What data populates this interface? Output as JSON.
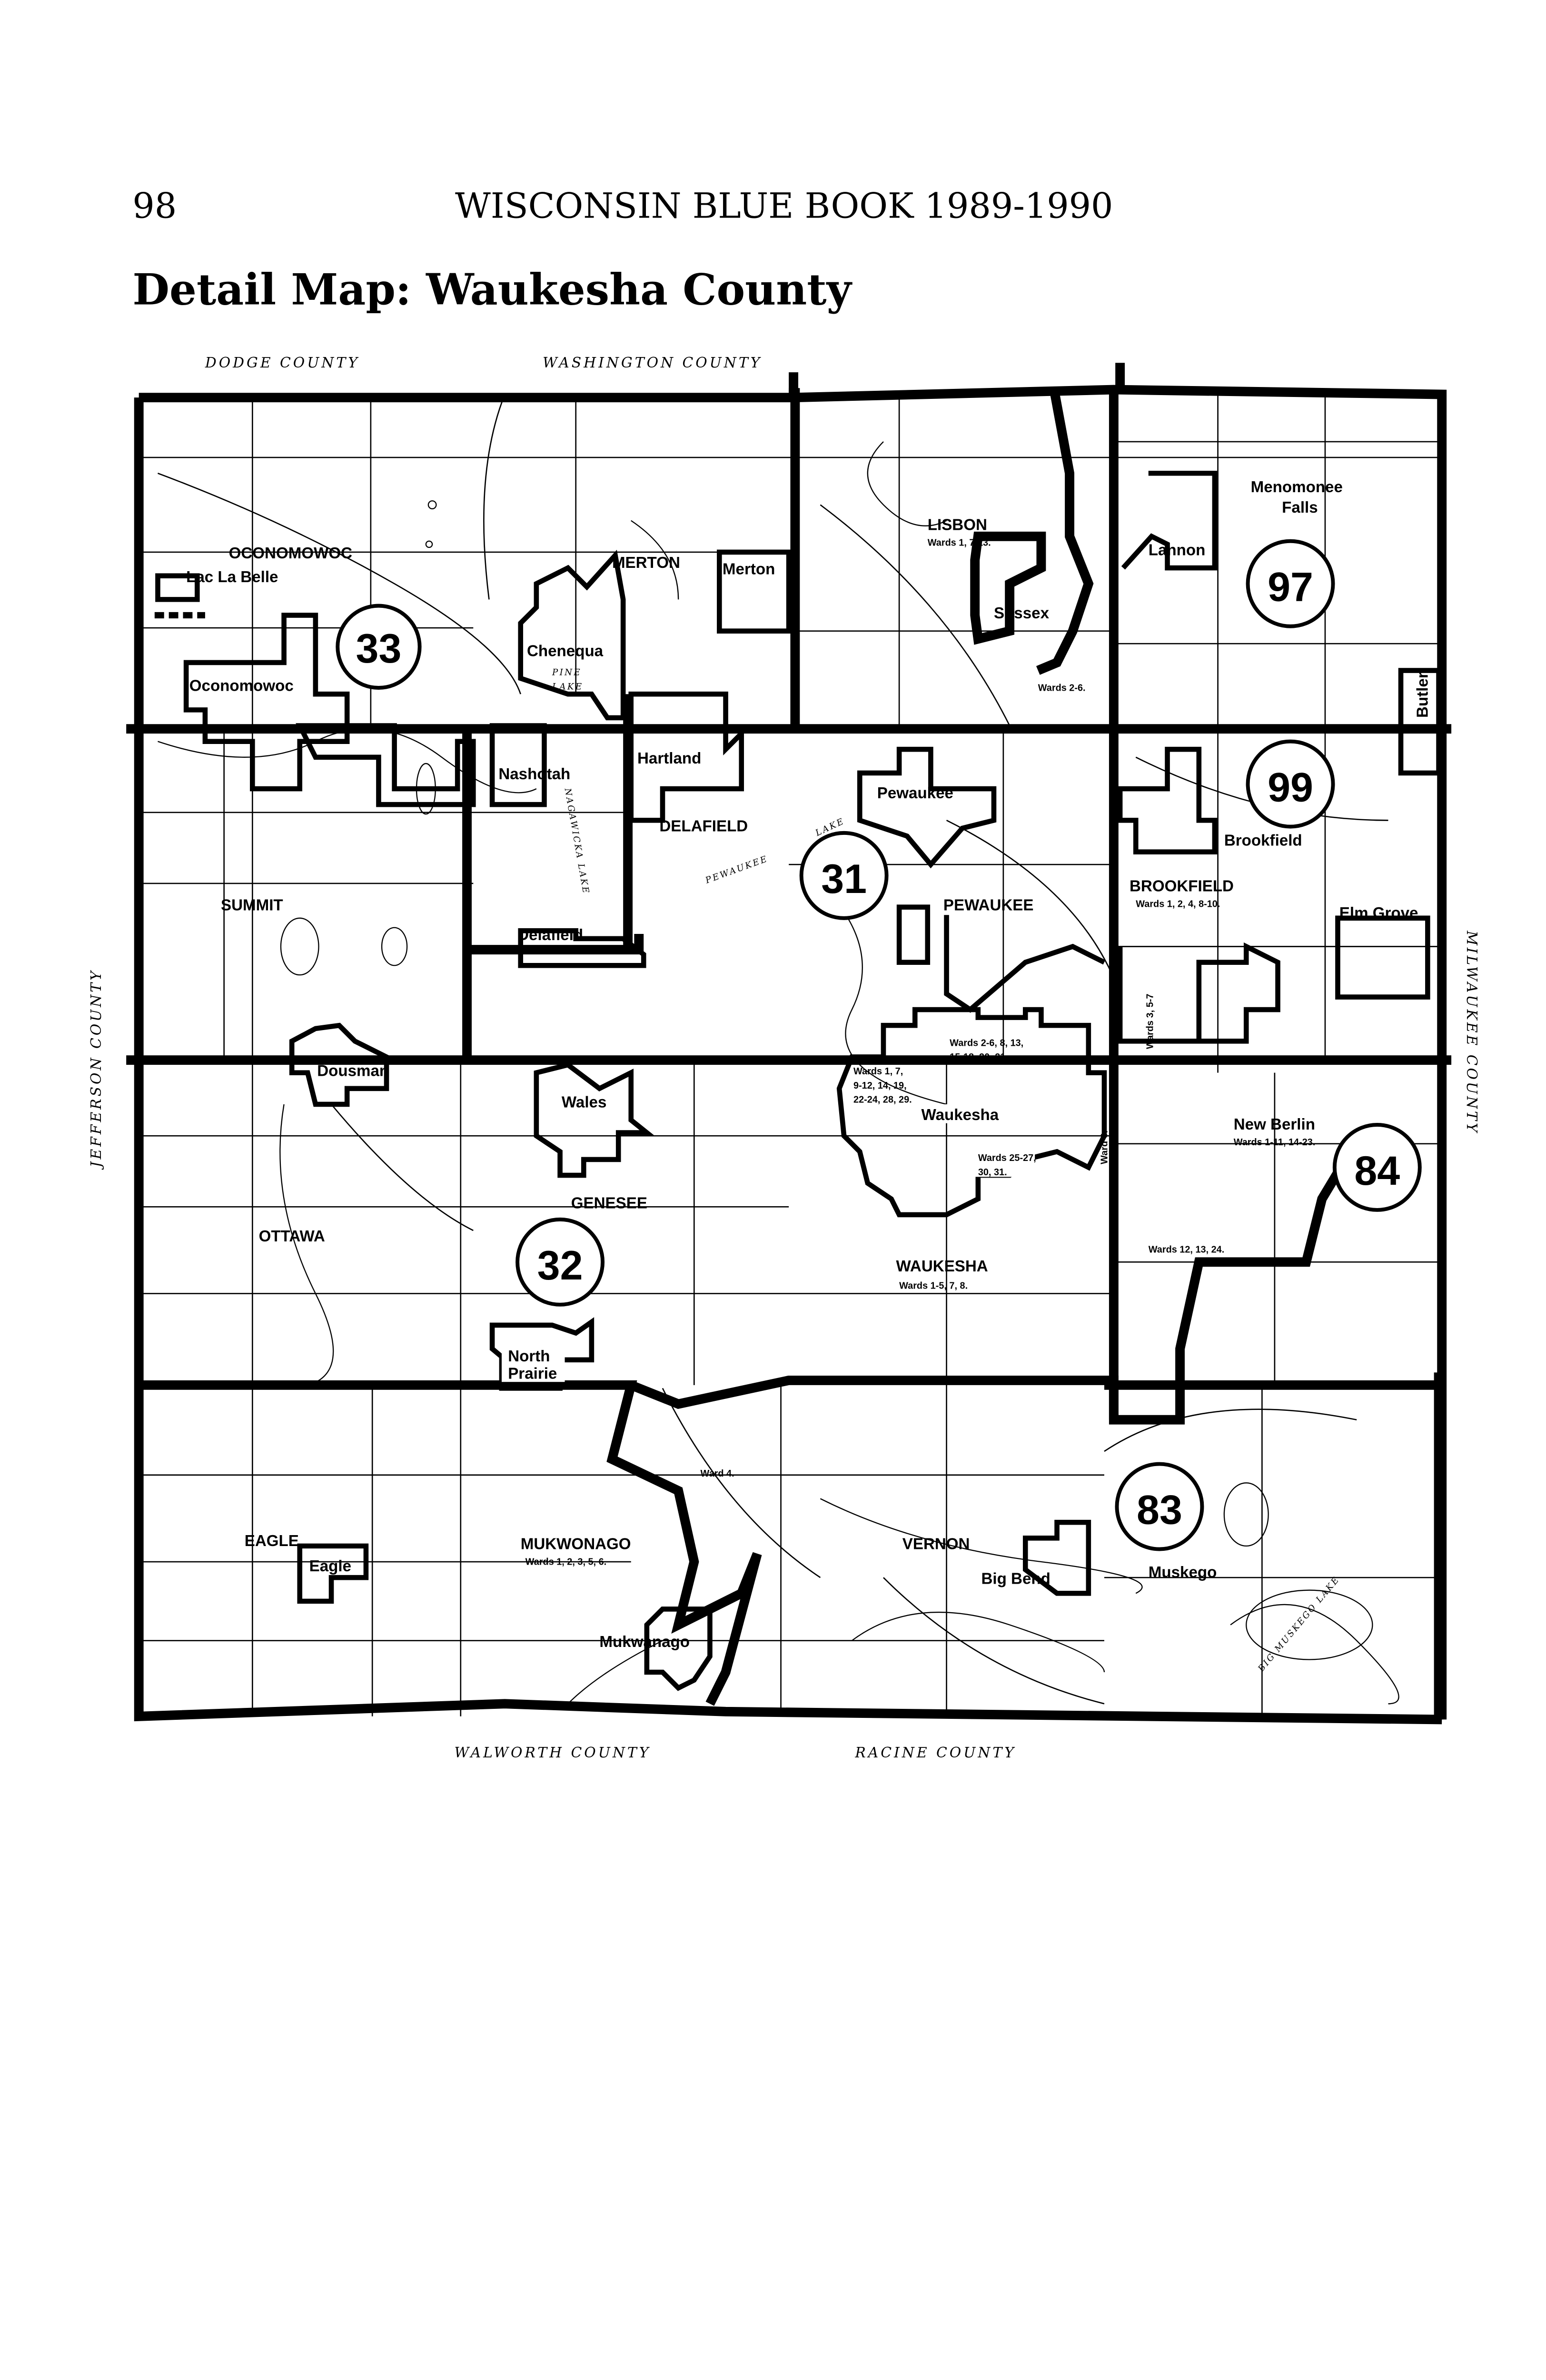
{
  "header": {
    "page_number": "98",
    "running_title": "WISCONSIN BLUE BOOK 1989-1990",
    "map_title": "Detail Map: Waukesha County"
  },
  "border_counties": {
    "north_west": "DODGE COUNTY",
    "north_east": "WASHINGTON COUNTY",
    "west": "JEFFERSON COUNTY",
    "east": "MILWAUKEE COUNTY",
    "south_west": "WALWORTH COUNTY",
    "south_east": "RACINE COUNTY"
  },
  "districts": [
    "33",
    "97",
    "99",
    "31",
    "84",
    "32",
    "83"
  ],
  "labels": {
    "oconomowoc_town": "OCONOMOWOC",
    "lac_la_belle": "Lac La Belle",
    "oconomowoc_city": "Oconomowoc",
    "merton_town": "MERTON",
    "merton_village": "Merton",
    "chenequa": "Chenequa",
    "pine_lake_1": "PINE",
    "pine_lake_2": "LAKE",
    "lisbon": "LISBON",
    "lisbon_wards": "Wards 1, 7-13.",
    "menomonee_1": "Menomonee",
    "menomonee_2": "Falls",
    "lannon": "Lannon",
    "sussex": "Sussex",
    "sussex_wards": "Wards 2-6.",
    "butler": "Butler",
    "hartland": "Hartland",
    "nashotah": "Nashotah",
    "delafield_town": "DELAFIELD",
    "delafield_city": "Delafield",
    "pewaukee_village": "Pewaukee",
    "pewaukee_town": "PEWAUKEE",
    "pewaukee_lake_1": "LAKE",
    "pewaukee_lake_2": "PEWAUKEE",
    "nagawicka_lake": "NAGAWICKA LAKE",
    "brookfield_city": "Brookfield",
    "brookfield_town": "BROOKFIELD",
    "brookfield_wards": "Wards 1, 2, 4, 8-10.",
    "elm_grove": "Elm Grove",
    "summit": "SUMMIT",
    "dousman": "Dousman",
    "wales": "Wales",
    "genesee": "GENESEE",
    "ottawa": "OTTAWA",
    "brookfield_wards_357": "Wards 3, 5-7",
    "waukesha_wards_a1": "Wards 2-6, 8, 13,",
    "waukesha_wards_a2": "15-18, 20, 21.",
    "waukesha_wards_b1": "Wards 1, 7,",
    "waukesha_wards_b2": "9-12, 14, 19,",
    "waukesha_wards_b3": "22-24, 28, 29.",
    "waukesha_city": "Waukesha",
    "ward_6": "Ward 6.",
    "waukesha_wards_c1": "Wards 25-27,",
    "waukesha_wards_c2": "30, 31.",
    "new_berlin": "New Berlin",
    "new_berlin_wards": "Wards 1-11, 14-23.",
    "new_berlin_wards_2": "Wards 12, 13, 24.",
    "waukesha_town": "WAUKESHA",
    "waukesha_town_wards": "Wards 1-5, 7, 8.",
    "north_prairie_1": "North",
    "north_prairie_2": "Prairie",
    "ward_4": "Ward 4.",
    "eagle_town": "EAGLE",
    "eagle_village": "Eagle",
    "mukwonago_town": "MUKWONAGO",
    "mukwonago_wards": "Wards 1, 2, 3, 5, 6.",
    "mukwonago_village": "Mukwanago",
    "vernon": "VERNON",
    "big_bend": "Big Bend",
    "muskego": "Muskego",
    "big_muskego_lake": "BIG MUSKEGO LAKE"
  }
}
